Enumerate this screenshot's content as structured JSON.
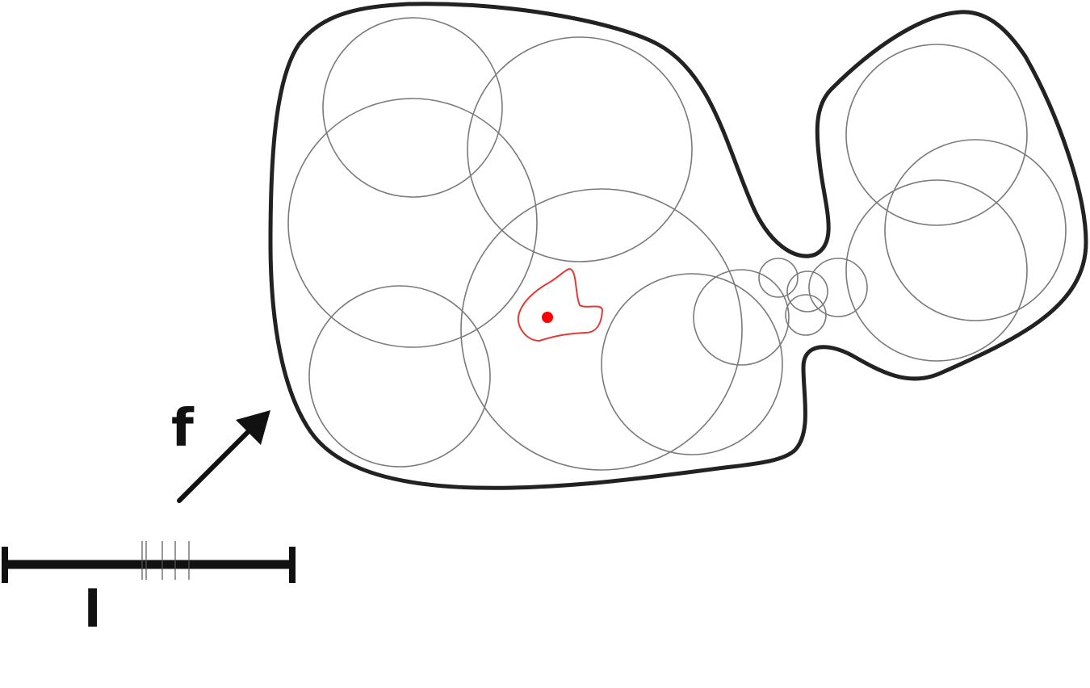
{
  "labels": {
    "arrow": "f",
    "scale": "l"
  },
  "colors": {
    "boundary": "#222222",
    "discs": "#7a7a7a",
    "highlight": "#e53935",
    "point": "#ff0000",
    "background": "#ffffff"
  },
  "elements": {
    "disc_count": 14,
    "scale_ticks": 5
  }
}
